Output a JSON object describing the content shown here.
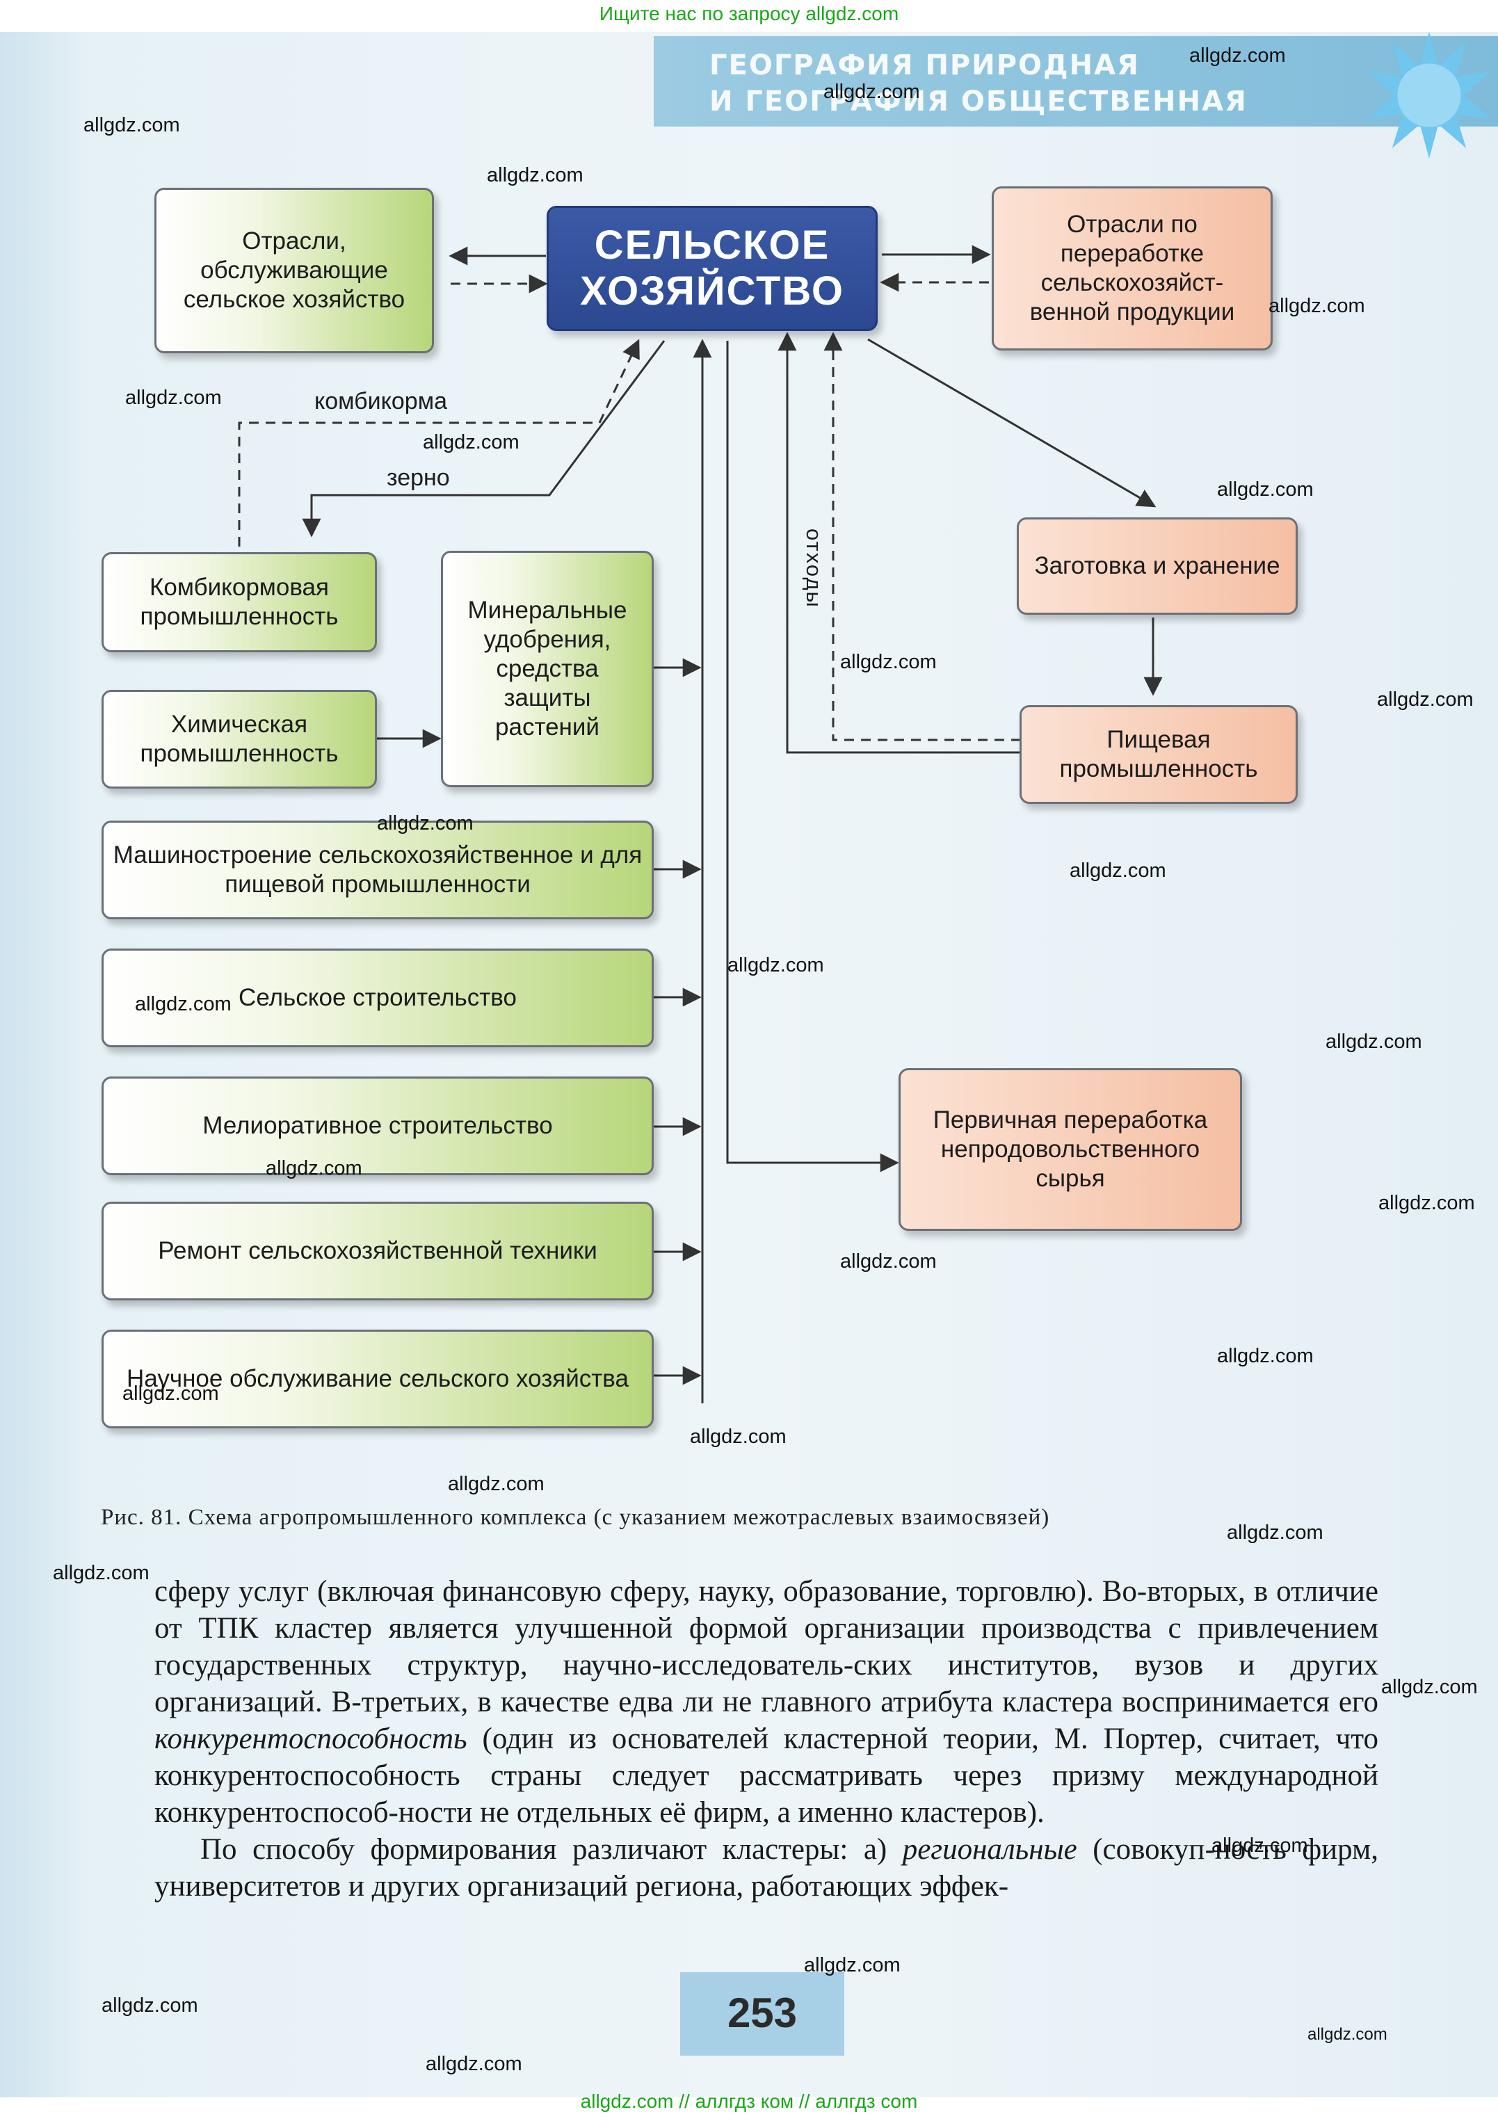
{
  "links": {
    "top": "Ищите нас по запросу allgdz.com",
    "bottom": "allgdz.com  //  аллгдз ком  //  аллгдз com"
  },
  "header": {
    "line1": "ГЕОГРАФИЯ ПРИРОДНАЯ",
    "line2": "И ГЕОГРАФИЯ ОБЩЕСТВЕННАЯ"
  },
  "diagram": {
    "center": "СЕЛЬСКОЕ ХОЗЯЙСТВО",
    "service": "Отрасли, обслуживающие сельское хозяйство",
    "processing": "Отрасли по переработке сельскохозяйст-венной продукции",
    "storage": "Заготовка и хранение",
    "food": "Пищевая промышленность",
    "feed": "Комбикормовая промышленность",
    "chem": "Химическая промышленность",
    "fert": "Минеральные удобрения, средства защиты растений",
    "mach": "Машиностроение сельскохозяйственное и для пищевой промышленности",
    "build": "Сельское строительство",
    "melio": "Мелиоративное строительство",
    "repair": "Ремонт сельскохозяйственной техники",
    "science": "Научное обслуживание сельского хозяйства",
    "primary": "Первичная переработка непродовольственного сырья",
    "label_feed": "комбикорма",
    "label_grain": "зерно",
    "label_waste": "отходы"
  },
  "caption": "Рис. 81. Схема агропромышленного комплекса (с указанием межотраслевых взаимосвязей)",
  "body": {
    "p1_a": "сферу услуг (включая финансовую сферу, науку, образование, торговлю). Во-вторых, в отличие от ТПК кластер является улучшенной формой организации производства с привлечением государственных структур, научно-исследователь-ских институтов, вузов и других организаций. В-третьих, в качестве едва ли не главного атрибута кластера воспринимается его ",
    "p1_em": "конкурентоспособность",
    "p1_b": " (один из основателей кластерной теории, М. Портер, считает, что конкурентоспособность страны следует рассматривать через призму международной конкурентоспособ-ности не отдельных её фирм, а именно кластеров).",
    "p2_a": "По способу формирования различают кластеры: а) ",
    "p2_em": "региональные",
    "p2_b": " (совокуп-ность фирм, университетов и других организаций региона, работающих эффек-"
  },
  "page_number": "253",
  "watermarks": [
    "allgdz.com",
    "allgdz.com",
    "allgdz.com",
    "allgdz.com",
    "allgdz.com",
    "allgdz.com",
    "allgdz.com",
    "allgdz.com",
    "allgdz.com",
    "allgdz.com",
    "allgdz.com",
    "allgdz.com",
    "allgdz.com",
    "allgdz.com",
    "allgdz.com",
    "allgdz.com",
    "allgdz.com",
    "allgdz.com",
    "allgdz.com",
    "allgdz.com",
    "allgdz.com",
    "allgdz.com",
    "allgdz.com",
    "allgdz.com",
    "allgdz.com",
    "allgdz.com",
    "allgdz.com",
    "allgdz.com",
    "allgdz.com",
    "allgdz.com"
  ]
}
